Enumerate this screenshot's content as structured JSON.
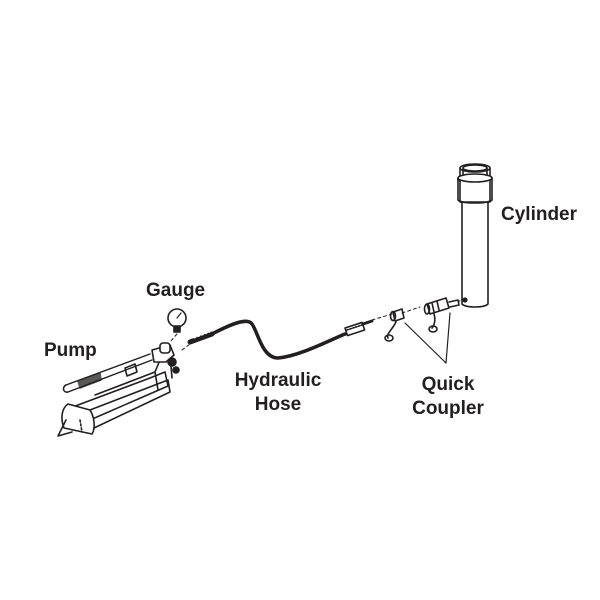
{
  "diagram": {
    "title": "Hydraulic system components",
    "labels": {
      "gauge": "Gauge",
      "pump": "Pump",
      "hose_line1": "Hydraulic",
      "hose_line2": "Hose",
      "coupler_line1": "Quick",
      "coupler_line2": "Coupler",
      "cylinder": "Cylinder"
    },
    "colors": {
      "ink": "#231f20",
      "background": "#ffffff"
    }
  }
}
